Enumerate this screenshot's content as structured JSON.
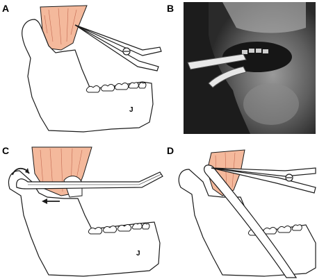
{
  "panels": [
    {
      "letter": "A",
      "bone_label": "J"
    },
    {
      "letter": "B"
    },
    {
      "letter": "C",
      "bone_label": "J"
    },
    {
      "letter": "D"
    }
  ],
  "colors": {
    "muscle": "#f4b99c",
    "outline": "#1a1a1a",
    "instrument": "#ffffff",
    "photo_dark": "#1c1c1c"
  },
  "icons": {
    "a": "scissors-icon",
    "b": "retractor-photo",
    "c": "curved-elevator-icon",
    "d": "scissors-and-retractor-icon"
  }
}
